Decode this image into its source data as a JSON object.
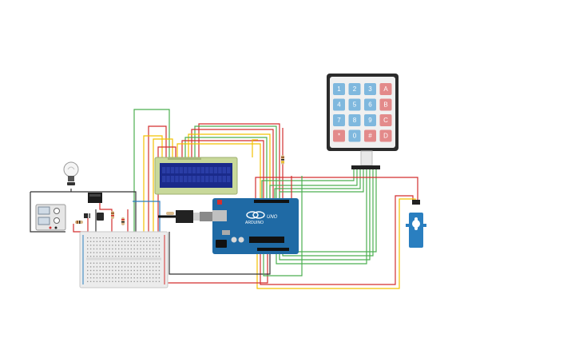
{
  "keypad": {
    "rows": [
      [
        {
          "label": "1",
          "kind": "num"
        },
        {
          "label": "2",
          "kind": "num"
        },
        {
          "label": "3",
          "kind": "num"
        },
        {
          "label": "A",
          "kind": "fn"
        }
      ],
      [
        {
          "label": "4",
          "kind": "num"
        },
        {
          "label": "5",
          "kind": "num"
        },
        {
          "label": "6",
          "kind": "num"
        },
        {
          "label": "B",
          "kind": "fn"
        }
      ],
      [
        {
          "label": "7",
          "kind": "num"
        },
        {
          "label": "8",
          "kind": "num"
        },
        {
          "label": "9",
          "kind": "num"
        },
        {
          "label": "C",
          "kind": "fn"
        }
      ],
      [
        {
          "label": "*",
          "kind": "fn"
        },
        {
          "label": "0",
          "kind": "num"
        },
        {
          "label": "#",
          "kind": "fn"
        },
        {
          "label": "D",
          "kind": "fn"
        }
      ]
    ]
  },
  "arduino": {
    "model_label": "UNO",
    "brand_label": "ARDUINO"
  },
  "colors": {
    "background": "#ffffff",
    "board_blue": "#1f6aa5",
    "keypad_body": "#2b2b2b",
    "key_num": "#7fb8de",
    "key_fn": "#e38a8a",
    "lcd_frame": "#c8d89a",
    "lcd_screen": "#1a2a8a",
    "breadboard": "#ececec",
    "wire_red": "#d32f2f",
    "wire_green": "#4caf50",
    "wire_yellow": "#f2c200",
    "wire_black": "#333333",
    "servo_blue": "#2a7fc0"
  }
}
